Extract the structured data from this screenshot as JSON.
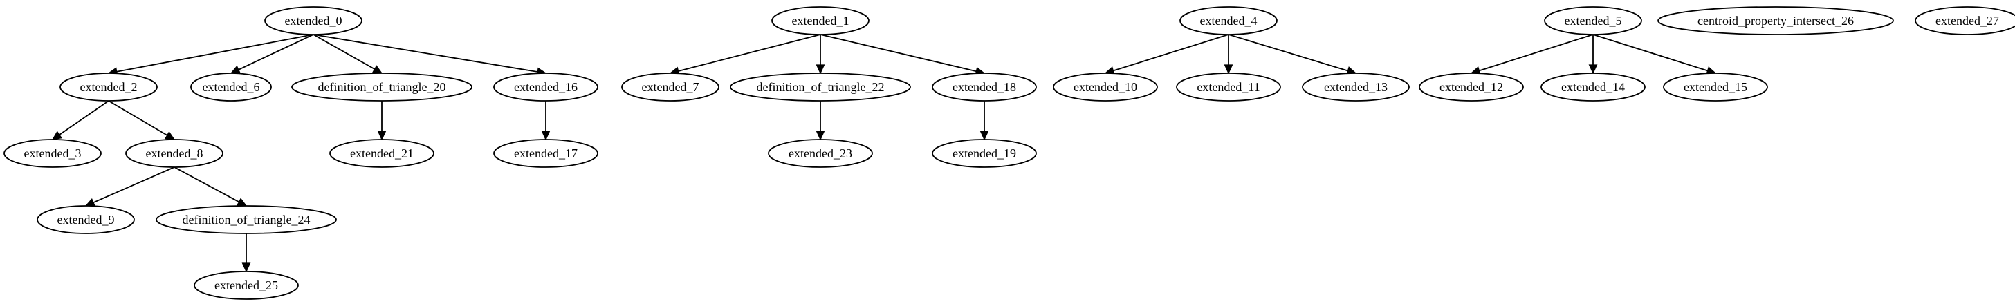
{
  "graph": {
    "nodes": [
      {
        "id": "extended_0",
        "label": "extended_0"
      },
      {
        "id": "extended_2",
        "label": "extended_2"
      },
      {
        "id": "extended_6",
        "label": "extended_6"
      },
      {
        "id": "definition_of_triangle_20",
        "label": "definition_of_triangle_20"
      },
      {
        "id": "extended_16",
        "label": "extended_16"
      },
      {
        "id": "extended_3",
        "label": "extended_3"
      },
      {
        "id": "extended_8",
        "label": "extended_8"
      },
      {
        "id": "extended_21",
        "label": "extended_21"
      },
      {
        "id": "extended_17",
        "label": "extended_17"
      },
      {
        "id": "extended_9",
        "label": "extended_9"
      },
      {
        "id": "definition_of_triangle_24",
        "label": "definition_of_triangle_24"
      },
      {
        "id": "extended_25",
        "label": "extended_25"
      },
      {
        "id": "extended_1",
        "label": "extended_1"
      },
      {
        "id": "extended_7",
        "label": "extended_7"
      },
      {
        "id": "definition_of_triangle_22",
        "label": "definition_of_triangle_22"
      },
      {
        "id": "extended_18",
        "label": "extended_18"
      },
      {
        "id": "extended_23",
        "label": "extended_23"
      },
      {
        "id": "extended_19",
        "label": "extended_19"
      },
      {
        "id": "extended_4",
        "label": "extended_4"
      },
      {
        "id": "extended_10",
        "label": "extended_10"
      },
      {
        "id": "extended_11",
        "label": "extended_11"
      },
      {
        "id": "extended_13",
        "label": "extended_13"
      },
      {
        "id": "extended_5",
        "label": "extended_5"
      },
      {
        "id": "extended_12",
        "label": "extended_12"
      },
      {
        "id": "extended_14",
        "label": "extended_14"
      },
      {
        "id": "extended_15",
        "label": "extended_15"
      },
      {
        "id": "centroid_property_intersect_26",
        "label": "centroid_property_intersect_26"
      },
      {
        "id": "extended_27",
        "label": "extended_27"
      }
    ],
    "edges": [
      {
        "from": "extended_0",
        "to": "extended_2"
      },
      {
        "from": "extended_0",
        "to": "extended_6"
      },
      {
        "from": "extended_0",
        "to": "definition_of_triangle_20"
      },
      {
        "from": "extended_0",
        "to": "extended_16"
      },
      {
        "from": "extended_2",
        "to": "extended_3"
      },
      {
        "from": "extended_2",
        "to": "extended_8"
      },
      {
        "from": "definition_of_triangle_20",
        "to": "extended_21"
      },
      {
        "from": "extended_16",
        "to": "extended_17"
      },
      {
        "from": "extended_8",
        "to": "extended_9"
      },
      {
        "from": "extended_8",
        "to": "definition_of_triangle_24"
      },
      {
        "from": "definition_of_triangle_24",
        "to": "extended_25"
      },
      {
        "from": "extended_1",
        "to": "extended_7"
      },
      {
        "from": "extended_1",
        "to": "definition_of_triangle_22"
      },
      {
        "from": "extended_1",
        "to": "extended_18"
      },
      {
        "from": "definition_of_triangle_22",
        "to": "extended_23"
      },
      {
        "from": "extended_18",
        "to": "extended_19"
      },
      {
        "from": "extended_4",
        "to": "extended_10"
      },
      {
        "from": "extended_4",
        "to": "extended_11"
      },
      {
        "from": "extended_4",
        "to": "extended_13"
      },
      {
        "from": "extended_5",
        "to": "extended_12"
      },
      {
        "from": "extended_5",
        "to": "extended_14"
      },
      {
        "from": "extended_5",
        "to": "extended_15"
      }
    ]
  }
}
